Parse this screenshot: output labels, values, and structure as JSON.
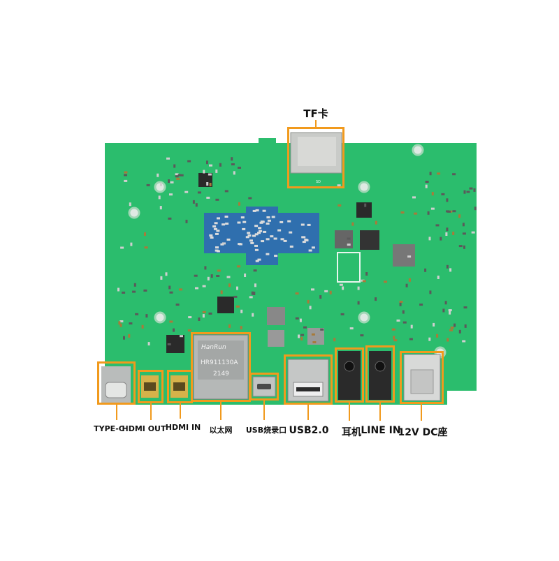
{
  "colors": {
    "pcb": "#2bbd6d",
    "pcb_dark": "#1f9a55",
    "callout": "#f19a1d",
    "chip_blue": "#2f6fae"
  },
  "board_silk": {
    "ethernet_brand": "HanRun",
    "ethernet_part": "HR911130A",
    "ethernet_code": "2149",
    "tf_mark": "SD"
  },
  "labels": {
    "tf_card": "TF卡",
    "type_c": "TYPE-C",
    "hdmi_out": "HDMI OUT",
    "hdmi_in": "HDMI IN",
    "ethernet": "以太网",
    "usb_burn": "USB烧录口",
    "usb20": "USB2.0",
    "earphone": "耳机",
    "line_in": "LINE IN",
    "dc_12v": "12V DC座"
  }
}
